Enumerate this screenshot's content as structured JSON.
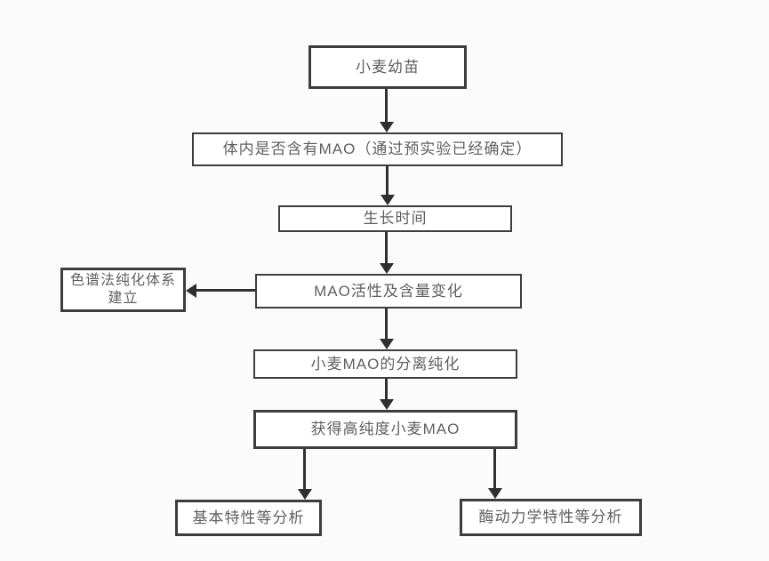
{
  "flowchart": {
    "nodes": [
      {
        "id": "wheat-seedling",
        "label": "小麦幼苗"
      },
      {
        "id": "mao-presence",
        "label": "体内是否含有MAO（通过预实验已经确定）"
      },
      {
        "id": "growth-time",
        "label": "生长时间"
      },
      {
        "id": "mao-activity-content-change",
        "label": "MAO活性及含量变化"
      },
      {
        "id": "chromatography-purification-system",
        "label": "色谱法纯化体系建立"
      },
      {
        "id": "wheat-mao-separation-purification",
        "label": "小麦MAO的分离纯化"
      },
      {
        "id": "high-purity-wheat-mao",
        "label": "获得高纯度小麦MAO"
      },
      {
        "id": "basic-properties-analysis",
        "label": "基本特性等分析"
      },
      {
        "id": "enzyme-kinetics-analysis",
        "label": "酶动力学特性等分析"
      }
    ],
    "edges": [
      {
        "from": "wheat-seedling",
        "to": "mao-presence",
        "direction": "down"
      },
      {
        "from": "mao-presence",
        "to": "growth-time",
        "direction": "down"
      },
      {
        "from": "growth-time",
        "to": "mao-activity-content-change",
        "direction": "down"
      },
      {
        "from": "mao-activity-content-change",
        "to": "chromatography-purification-system",
        "direction": "left"
      },
      {
        "from": "mao-activity-content-change",
        "to": "wheat-mao-separation-purification",
        "direction": "down"
      },
      {
        "from": "wheat-mao-separation-purification",
        "to": "high-purity-wheat-mao",
        "direction": "down"
      },
      {
        "from": "high-purity-wheat-mao",
        "to": "basic-properties-analysis",
        "direction": "down"
      },
      {
        "from": "high-purity-wheat-mao",
        "to": "enzyme-kinetics-analysis",
        "direction": "down"
      }
    ],
    "colors": {
      "background": "#fbfbfb",
      "node_fill": "#ffffff",
      "node_border": "#3d3d3d",
      "arrow": "#2f2f2f",
      "text": "#5f5f5f"
    }
  }
}
